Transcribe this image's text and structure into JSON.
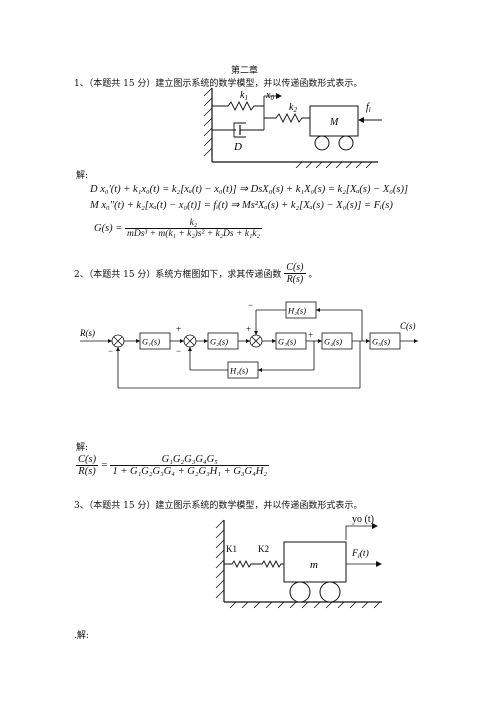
{
  "chapter_title": "第二章",
  "q1": {
    "prompt": "1、（本题共 15 分）建立图示系统的数学模型，并以传递函数形式表示。",
    "fig": {
      "k1": "k",
      "k1_sub": "1",
      "x0": "x",
      "x0_sub": "0",
      "k2": "k",
      "k2_sub": "2",
      "fi": "f",
      "fi_sub": "i",
      "D": "D",
      "M": "M"
    },
    "answer_label": "解:",
    "eq1": "D x₀'(t) + k₁x₀(t) = k₂[xₐ(t) − x₀(t)] ⇒ DsX₀(s) + k₁X₀(s) = k₂[Xₐ(s) − X₀(s)]",
    "eq2": "M x₀''(t) + k₂[xₐ(t) − x₀(t)] = fᵢ(t) ⇒ Ms²Xₐ(s) + k₂[Xₐ(s) − X₀(s)] = Fᵢ(s)",
    "g_lhs": "G(s) =",
    "g_num": "k₂",
    "g_den": "mDs³ + m(k₁ + k₂)s² + k₂Ds + k₁k₂"
  },
  "q2": {
    "prompt": "2、（本题共 15 分）系统方框图如下，求其传递函数",
    "tf_num": "C(s)",
    "tf_den": "R(s)",
    "tail": "。",
    "blocks": {
      "g1": "G₁(s)",
      "g2": "G₂(s)",
      "g3": "G₃(s)",
      "g4": "G₄(s)",
      "g5": "G₅(s)",
      "h1": "H₁(s)",
      "h2": "H₂(s)",
      "r": "R(s)",
      "c": "C(s)"
    },
    "signs": {
      "plus": "+",
      "minus": "−"
    },
    "answer_label": "解:",
    "ans_lhs_num": "C(s)",
    "ans_lhs_den": "R(s)",
    "ans_num": "G₁G₂G₃G₄G₅",
    "ans_den": "1 + G₁G₂G₃G₄ + G₂G₃H₁ + G₃G₄H₂"
  },
  "q3": {
    "prompt": "3、（本题共 15 分）建立图示系统的数学模型，并以传递函数形式表示。",
    "fig": {
      "k1": "K1",
      "k2": "K2",
      "m": "m",
      "y0": "yo (t)",
      "fi": "F",
      "fi_sub": "i",
      "fi_arg": "(t)"
    },
    "answer_label": ".解:"
  }
}
